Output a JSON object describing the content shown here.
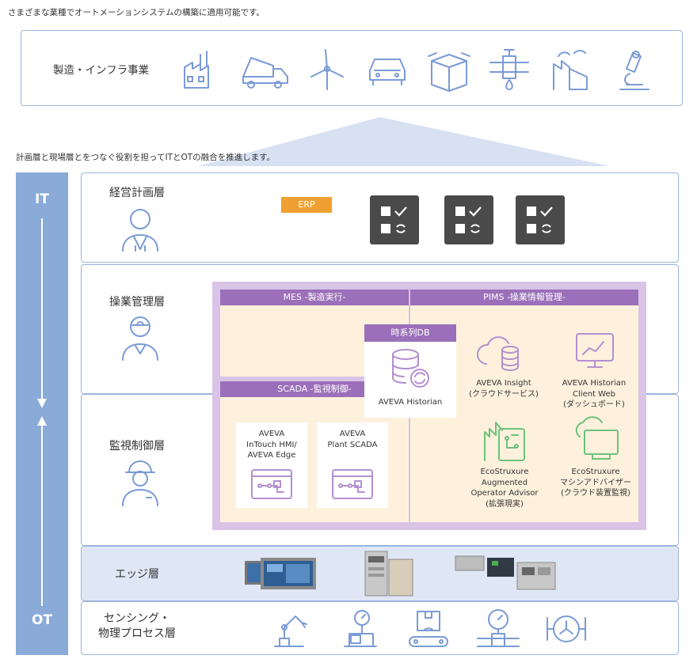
{
  "intro": "さまざまな業種でオートメーションシステムの構築に適用可能です。",
  "industry_label": "製造・インフラ事業",
  "industry_icons": [
    "factory-icon",
    "dump-truck-icon",
    "wind-turbine-icon",
    "car-icon",
    "box-icon",
    "valve-drop-icon",
    "plant-icon",
    "microscope-icon"
  ],
  "bridge_text": "計画層と現場層とをつなぐ役割を担ってITとOTの融合を推進します。",
  "axis": {
    "top": "IT",
    "bottom": "OT"
  },
  "layers": {
    "planning": "経営計画層",
    "operations": "操業管理層",
    "control": "監視制御層",
    "edge": "エッジ層",
    "sensing": "センシング・\n物理プロセス層"
  },
  "erp": "ERP",
  "mes": "MES -製造実行-",
  "pims": "PIMS -操業情報管理-",
  "scada": "SCADA -監視制御-",
  "tsdb": {
    "header": "時系列DB",
    "name": "AVEVA Historian"
  },
  "scada_products": [
    {
      "name": "AVEVA\nInTouch HMI/\nAVEVA Edge"
    },
    {
      "name": "AVEVA\nPlant SCADA"
    }
  ],
  "pims_products": [
    {
      "name": "AVEVA Insight",
      "sub": "(クラウドサービス)"
    },
    {
      "name": "AVEVA Historian\nClient Web",
      "sub": "(ダッシュボード)"
    },
    {
      "name": "EcoStruxure\nAugmented\nOperator Advisor",
      "sub": "(拡張現実)"
    },
    {
      "name": "EcoStruxure\nマシンアドバイザー",
      "sub": "(クラウド装置監視)"
    }
  ],
  "sensing_icons": [
    "robot-arm-icon",
    "scale-icon",
    "conveyor-icon",
    "pressure-gauge-icon",
    "valve-icon"
  ],
  "colors": {
    "frame": "#9bb4dc",
    "axis": "#8aaad8",
    "erp": "#f0a030",
    "header": "#9b6fb9",
    "zone": "#fdf1dd",
    "zone_border": "#d9c3e6"
  }
}
